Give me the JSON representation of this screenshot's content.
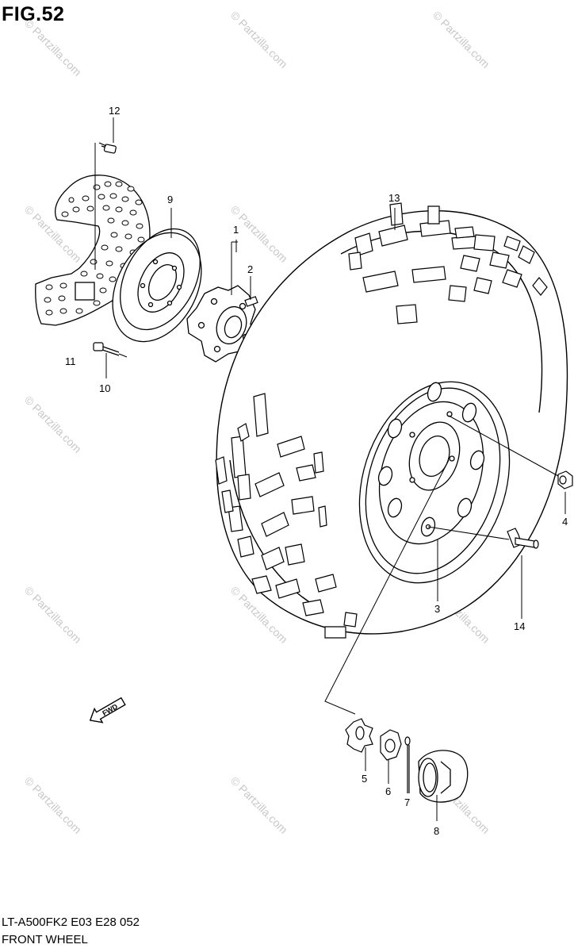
{
  "figure": {
    "title": "FIG.52",
    "footer_code": "LT-A500FK2 E03 E28 052",
    "footer_title": "FRONT WHEEL",
    "watermark": "© Partzilla.com"
  },
  "callouts": [
    "1",
    "2",
    "3",
    "4",
    "5",
    "6",
    "7",
    "8",
    "9",
    "10",
    "11",
    "12",
    "13",
    "14"
  ],
  "fwd_badge": "FWD",
  "colors": {
    "line": "#000000",
    "watermark": "#c8c8c8"
  }
}
